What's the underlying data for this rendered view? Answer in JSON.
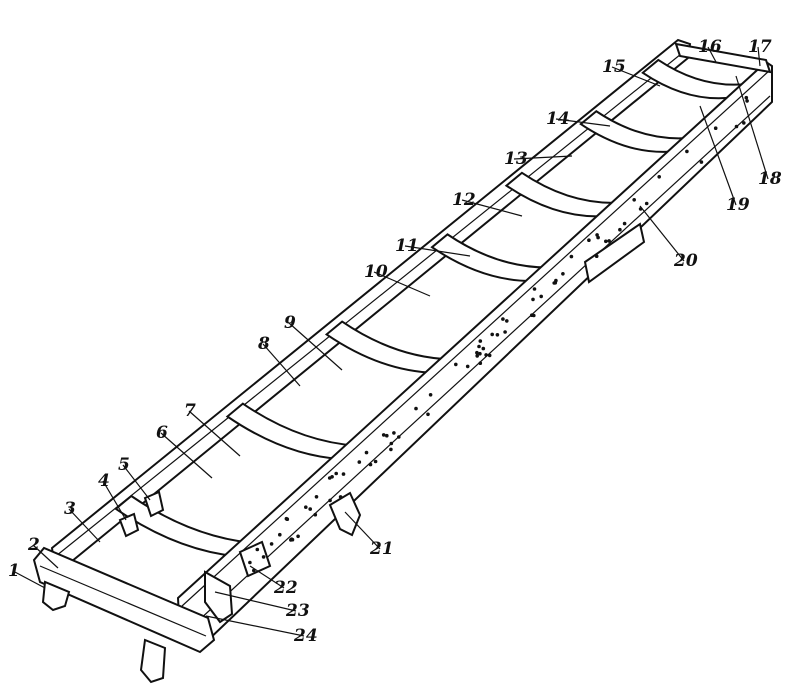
{
  "figure": {
    "type": "technical line drawing",
    "callouts": [
      "1",
      "2",
      "3",
      "4",
      "5",
      "6",
      "7",
      "8",
      "9",
      "10",
      "11",
      "12",
      "13",
      "14",
      "15",
      "16",
      "17",
      "18",
      "19",
      "20",
      "21",
      "22",
      "23",
      "24"
    ]
  }
}
